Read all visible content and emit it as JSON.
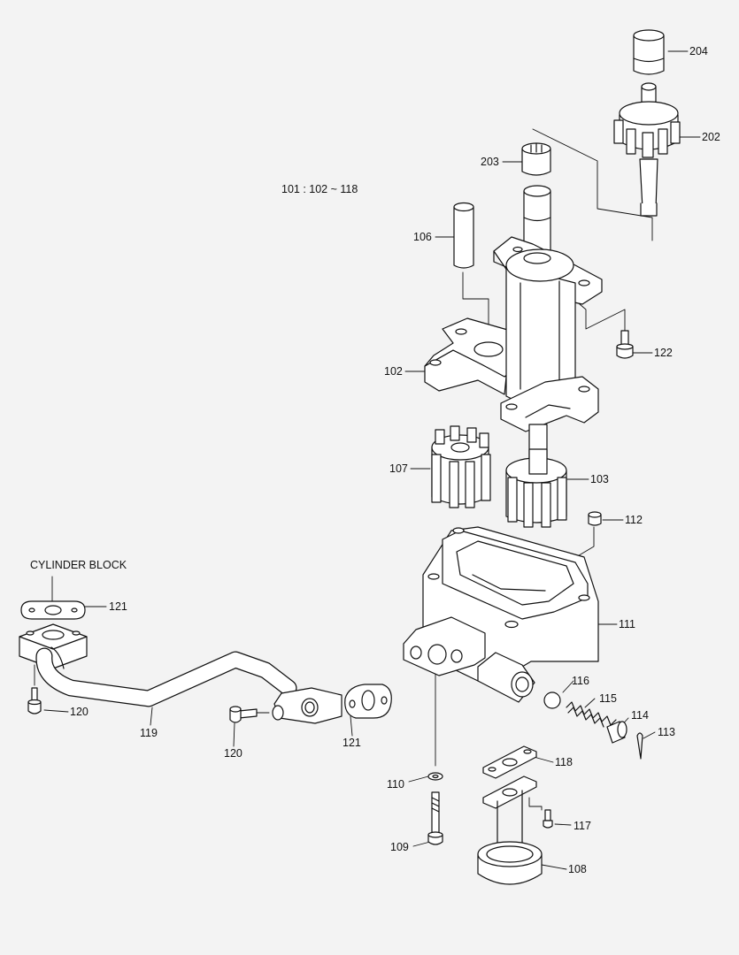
{
  "diagram": {
    "title": "101 : 102 ~ 118",
    "external_reference": "CYLINDER BLOCK",
    "callouts": [
      "204",
      "202",
      "203",
      "106",
      "122",
      "102",
      "107",
      "103",
      "112",
      "121",
      "111",
      "116",
      "115",
      "114",
      "113",
      "120",
      "119",
      "120",
      "121",
      "118",
      "110",
      "117",
      "109",
      "108"
    ]
  }
}
